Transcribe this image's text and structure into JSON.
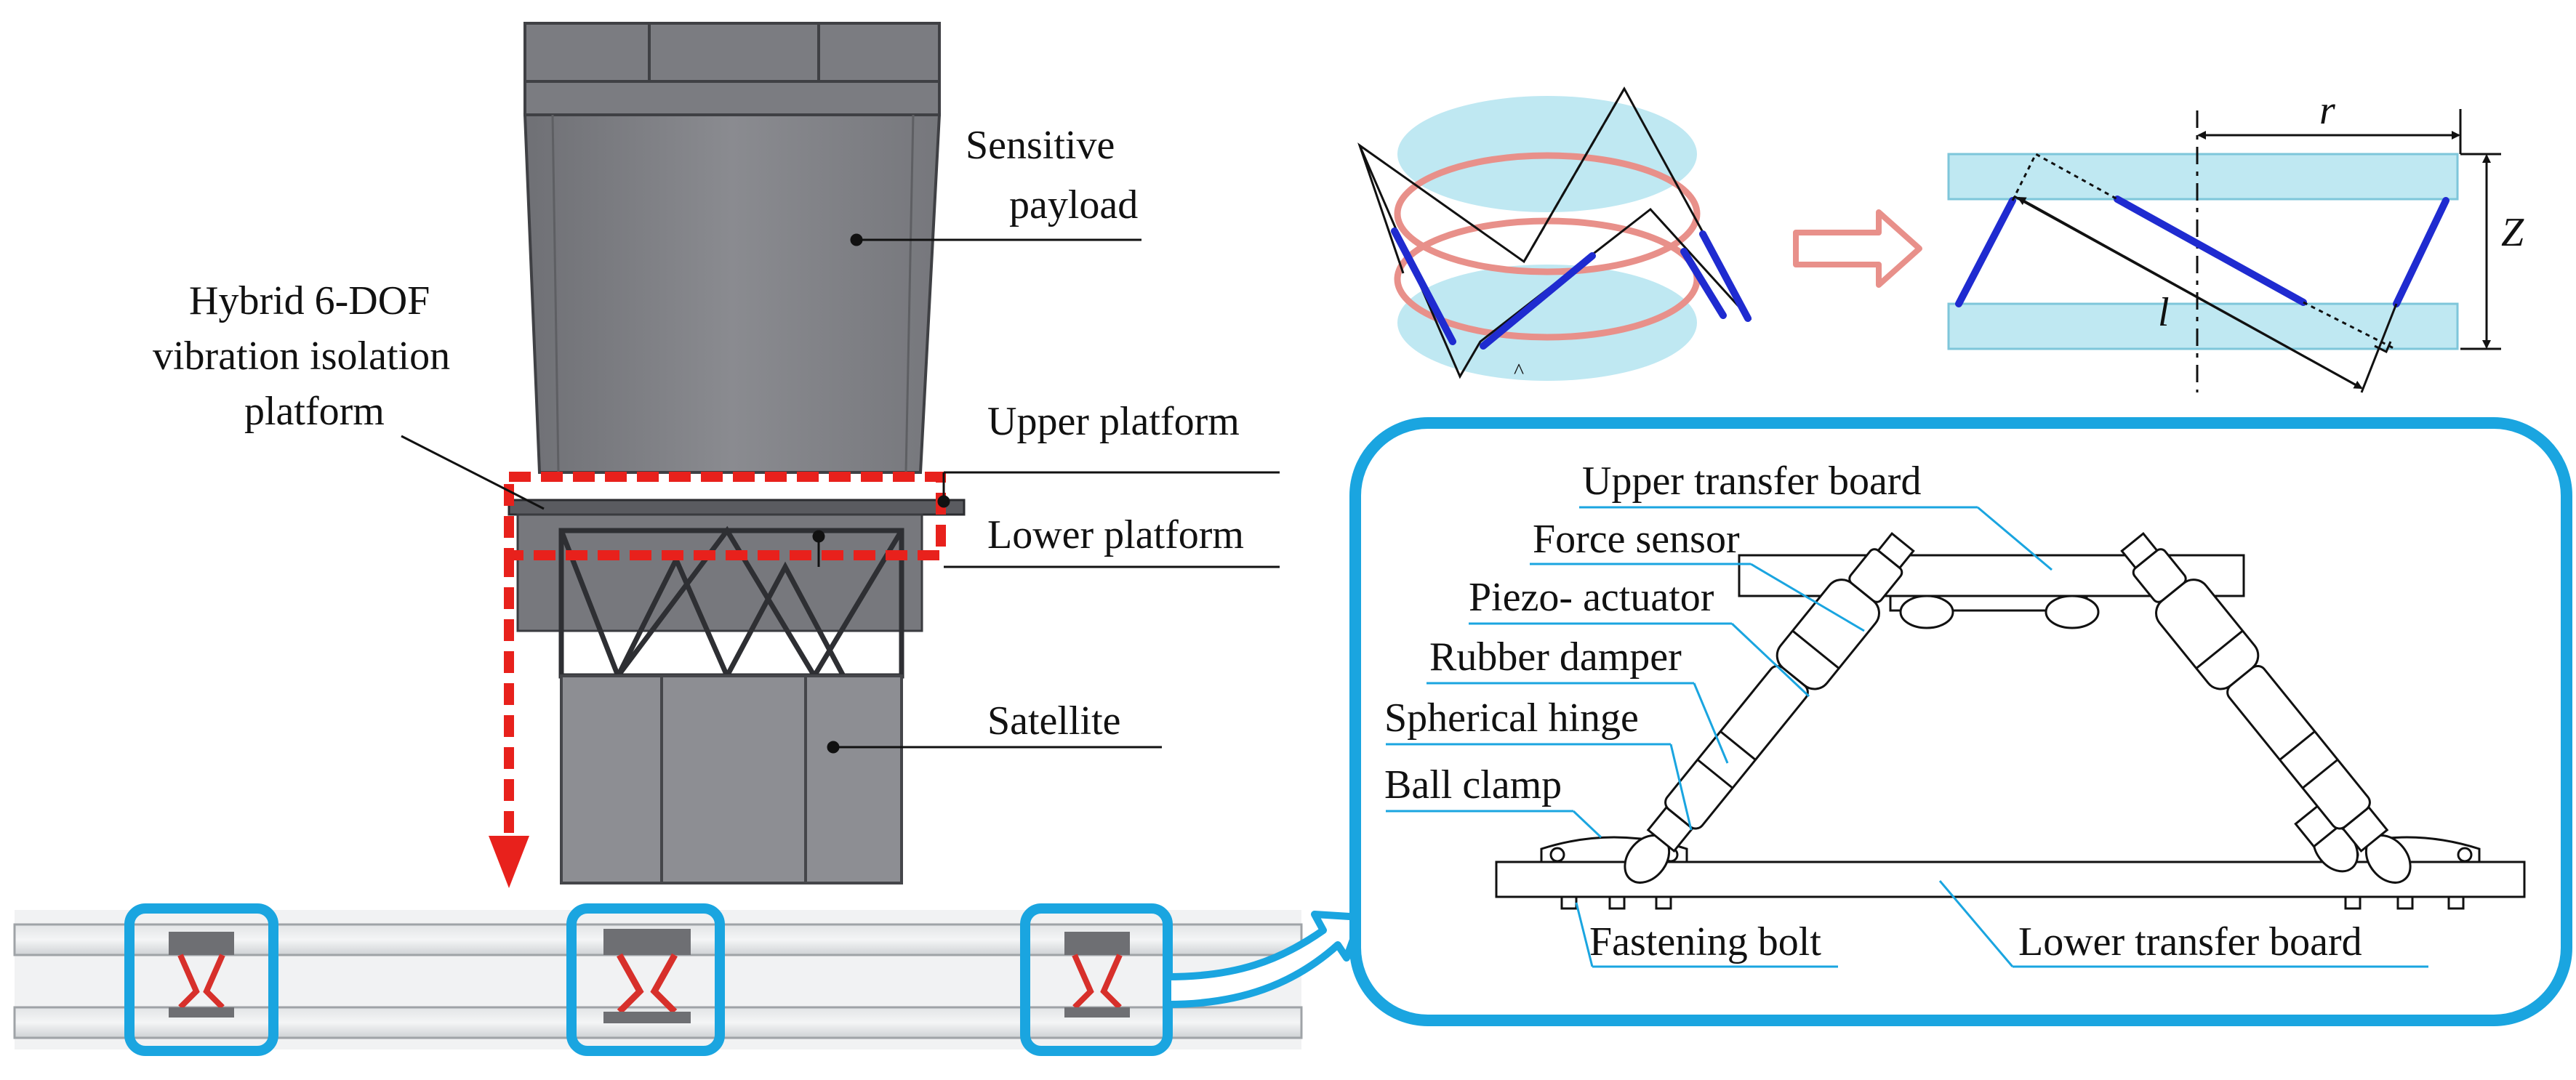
{
  "left_assembly": {
    "sensitive_payload_line1": "Sensitive",
    "sensitive_payload_line2": "payload",
    "hybrid_line1": "Hybrid 6-DOF",
    "hybrid_line2": "vibration isolation",
    "hybrid_line3": "platform",
    "upper_platform": "Upper platform",
    "lower_platform": "Lower platform",
    "satellite": "Satellite"
  },
  "geometry_schematic": {
    "symbol_r": "r",
    "symbol_z": "Z",
    "symbol_l": "l"
  },
  "detail_view": {
    "upper_transfer_board": "Upper transfer board",
    "force_sensor": "Force sensor",
    "piezo_actuator": "Piezo- actuator",
    "rubber_damper": "Rubber damper",
    "spherical_hinge": "Spherical hinge",
    "ball_clamp": "Ball clamp",
    "fastening_bolt": "Fastening bolt",
    "lower_transfer_board": "Lower transfer board"
  },
  "colors": {
    "highlight_red": "#e8211c",
    "frame_blue": "#1aa5e0",
    "strut_blue": "#1f2bd0",
    "plate_cyan": "#bfe8f2",
    "ring_salmon": "#e8908a"
  }
}
